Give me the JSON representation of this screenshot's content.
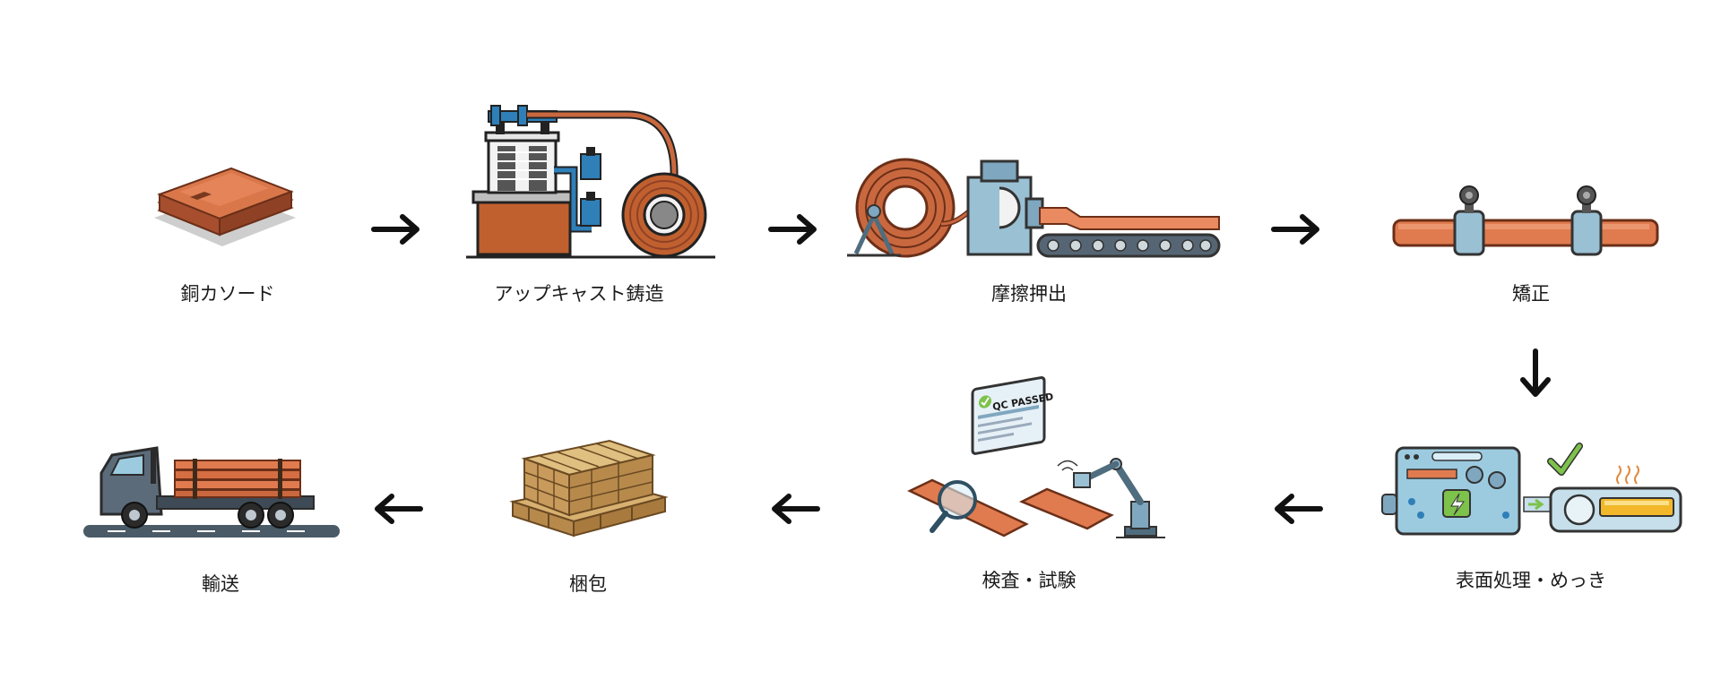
{
  "diagram": {
    "steps": [
      {
        "id": "copper-cathode",
        "label": "銅カソード"
      },
      {
        "id": "upcast-casting",
        "label": "アップキャスト鋳造"
      },
      {
        "id": "friction-extrusion",
        "label": "摩擦押出"
      },
      {
        "id": "straightening",
        "label": "矯正"
      },
      {
        "id": "surface-treatment",
        "label": "表面処理・めっき"
      },
      {
        "id": "inspection-testing",
        "label": "検査・試験"
      },
      {
        "id": "packing",
        "label": "梱包"
      },
      {
        "id": "transport",
        "label": "輸送"
      }
    ],
    "qc_sign_text": "QC PASSED",
    "colors": {
      "copper": "#c9683f",
      "copper_light": "#e98a60",
      "steel_blue": "#7fa7bf",
      "machine_blue": "#2f7fb8",
      "dark": "#2b2b2b",
      "wood": "#c89b5c",
      "truck": "#5b6b7a"
    }
  }
}
